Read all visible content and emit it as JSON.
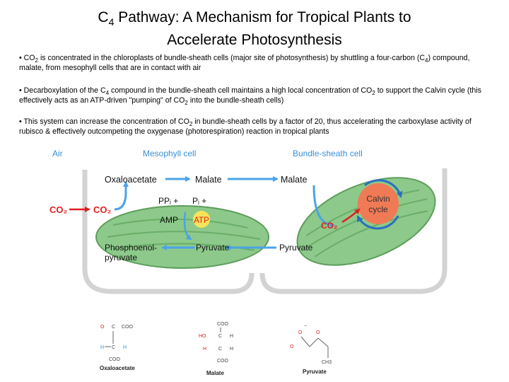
{
  "title": {
    "line1_pre": "C",
    "line1_sub": "4",
    "line1_post": " Pathway:  A Mechanism for Tropical Plants to",
    "line2": "Accelerate Photosynthesis"
  },
  "bullets": {
    "b1": {
      "t1": "•  CO",
      "s1": "2",
      "t2": " is concentrated in the chloroplasts of bundle-sheath cells (major site of photosynthesis) by shuttling a four-carbon (C",
      "s2": "4",
      "t3": ") compound, malate, from mesophyll cells that are in contact with air"
    },
    "b2": {
      "t1": "•  Decarboxylation of the C",
      "s1": "4",
      "t2": " compound in the bundle-sheath cell maintains a high local concentration of CO",
      "s2": "2",
      "t3": " to support the Calvin cycle (this effectively acts as an ATP-driven \"pumping\" of CO",
      "s3": "2",
      "t4": " into the bundle-sheath cells)"
    },
    "b3": {
      "t1": "•  This system can increase the concentration of CO",
      "s1": "2",
      "t2": " in bundle-sheath cells by a factor of 20, thus accelerating the carboxylase activity of rubisco & effectively outcompeting the oxygenase (photorespiration) reaction in tropical plants"
    }
  },
  "diagram": {
    "headers": {
      "air": "Air",
      "mesophyll": "Mesophyll cell",
      "bundle": "Bundle-sheath cell"
    },
    "labels": {
      "co2_air": "CO₂",
      "co2_meso": "CO₂",
      "oxaloacetate": "Oxaloacetate",
      "malate_meso": "Malate",
      "malate_bundle": "Malate",
      "ppi": "PPᵢ +",
      "pi": "Pᵢ +",
      "amp": "AMP",
      "atp": "ATP",
      "pep_line1": "Phosphoenol-",
      "pep_line2": "pyruvate",
      "pyruvate_meso": "Pyruvate",
      "pyruvate_bundle": "Pyruvate",
      "calvin_line1": "Calvin",
      "calvin_line2": "cycle",
      "co2_bundle": "CO₂"
    },
    "colors": {
      "header_blue": "#3a8fd6",
      "co2_red": "#e02020",
      "chloroplast_green": "#8cc98a",
      "calvin_orange": "#f07a55",
      "arrow_blue": "#4aa3e6"
    }
  },
  "structures": {
    "oxaloacetate": {
      "name": "Oxaloacetate",
      "coo1": "COO",
      "coo2": "COO",
      "c": "C",
      "h": "H",
      "o": "O"
    },
    "malate": {
      "name": "Malate",
      "coo1": "COO",
      "coo2": "COO",
      "ho": "HO",
      "c": "C",
      "h": "H"
    },
    "pyruvate": {
      "name": "Pyruvate",
      "o": "O",
      "ch3": "CH3",
      "minus": "−"
    }
  }
}
